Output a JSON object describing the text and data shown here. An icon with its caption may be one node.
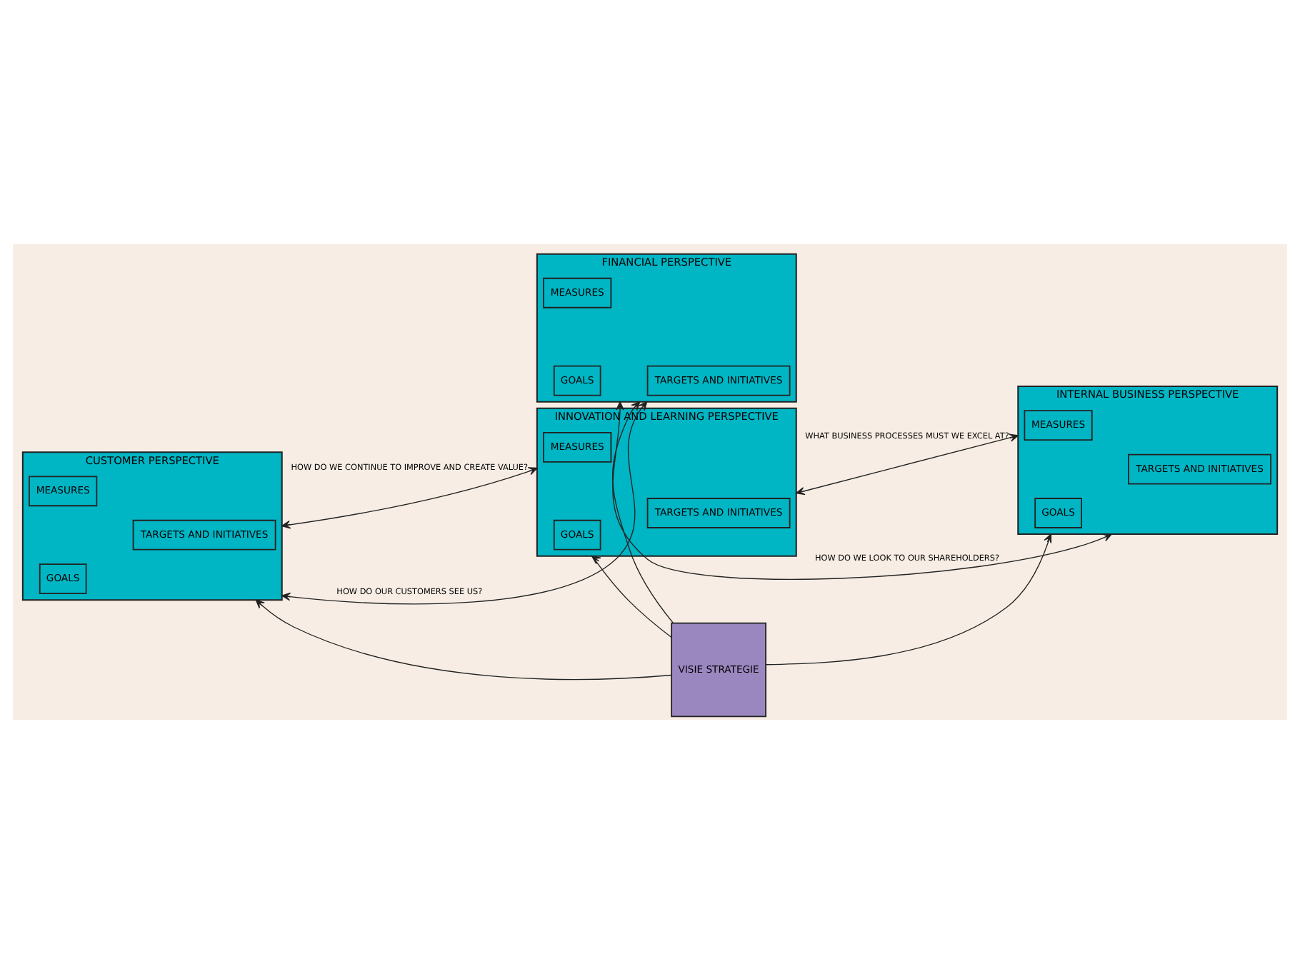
{
  "diagram": {
    "nodes": [
      {
        "text": [
          "FINANCIAL PERSPECTIVE"
        ]
      },
      {
        "text": [
          "GOALS"
        ],
        "in": 0
      },
      {
        "text": [
          "MEASURES"
        ],
        "in": 0
      },
      {
        "text": [
          "TARGETS AND INITIATIVES"
        ],
        "in": 0
      },
      {
        "text": [
          "CUSTOMER PERSPECTIVE"
        ]
      },
      {
        "text": [
          "GOALS"
        ],
        "in": 4
      },
      {
        "text": [
          "MEASURES"
        ],
        "in": 4
      },
      {
        "text": [
          "TARGETS AND INITIATIVES"
        ],
        "in": 4
      },
      {
        "text": [
          "VISIE STRATEGIE"
        ]
      },
      {
        "text": [
          "INTERNAL BUSINESS PERSPECTIVE"
        ]
      },
      {
        "text": [
          "GOALS"
        ],
        "in": 9
      },
      {
        "text": [
          "MEASURES"
        ],
        "in": 9
      },
      {
        "text": [
          "TARGETS AND INITIATIVES"
        ],
        "in": 9
      },
      {
        "text": [
          "INNOVATION AND LEARNING PERSPECTIVE"
        ]
      },
      {
        "text": [
          "GOALS"
        ],
        "in": 13
      },
      {
        "text": [
          "MEASURES"
        ],
        "in": 13
      },
      {
        "text": [
          "TARGETS AND INITIATIVES"
        ],
        "in": 13
      }
    ],
    "edges": [
      {
        "from": 8,
        "to": 0,
        "arrow": "to"
      },
      {
        "from": 8,
        "to": 4,
        "arrow": "to"
      },
      {
        "from": 8,
        "to": 9,
        "arrow": "to"
      },
      {
        "from": 8,
        "to": 13,
        "arrow": "to"
      },
      {
        "from": 4,
        "to": 0,
        "arrow": "both",
        "label": "HOW DO OUR CUSTOMERS SEE US?"
      },
      {
        "from": 0,
        "to": 9,
        "arrow": "both",
        "label": "HOW DO WE LOOK TO OUR SHAREHOLDERS?"
      },
      {
        "from": 9,
        "to": 13,
        "arrow": "both",
        "label": "WHAT BUSINESS PROCESSES MUST WE EXCEL AT?"
      },
      {
        "from": 13,
        "to": 4,
        "arrow": "both",
        "label": "HOW DO WE CONTINUE TO IMPROVE AND CREATE VALUE?"
      }
    ]
  }
}
